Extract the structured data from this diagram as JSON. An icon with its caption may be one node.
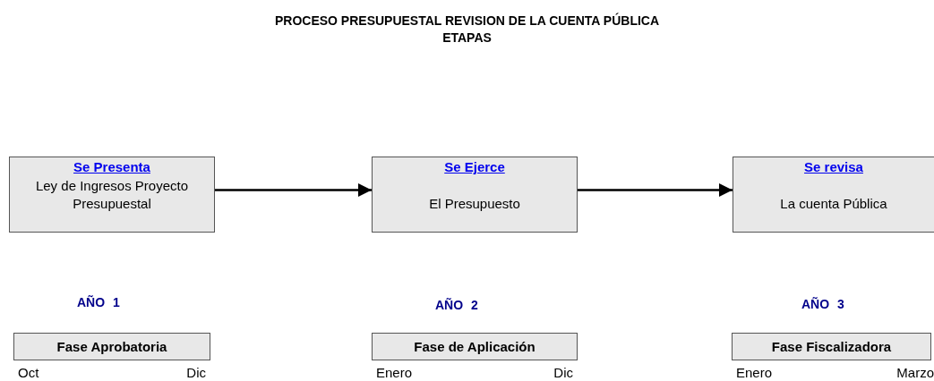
{
  "diagram": {
    "title": "PROCESO PRESUPUESTAL REVISION DE LA CUENTA PÚBLICA ETAPAS",
    "nodes": [
      {
        "text": [
          "Se Presenta",
          "Ley de Ingresos Proyecto Presupuestal"
        ]
      },
      {
        "text": [
          "Se Ejerce",
          "El Presupuesto"
        ]
      },
      {
        "text": [
          "Se revisa",
          "La cuenta Pública"
        ]
      },
      {
        "text": [
          "Fase Aprobatoria"
        ],
        "beside": [
          "Oct",
          "Dic"
        ]
      },
      {
        "text": [
          "Fase de Aplicación"
        ],
        "beside": [
          "Enero",
          "Dic"
        ]
      },
      {
        "text": [
          "Fase Fiscalizadora"
        ],
        "beside": [
          "Enero",
          "Marzo"
        ]
      }
    ],
    "edges": [
      {
        "from": 0,
        "to": 1,
        "arrow": "to"
      },
      {
        "from": 1,
        "to": 2,
        "arrow": "to"
      }
    ],
    "labels": [
      "AÑO 1",
      "AÑO 2",
      "AÑO 3"
    ]
  }
}
